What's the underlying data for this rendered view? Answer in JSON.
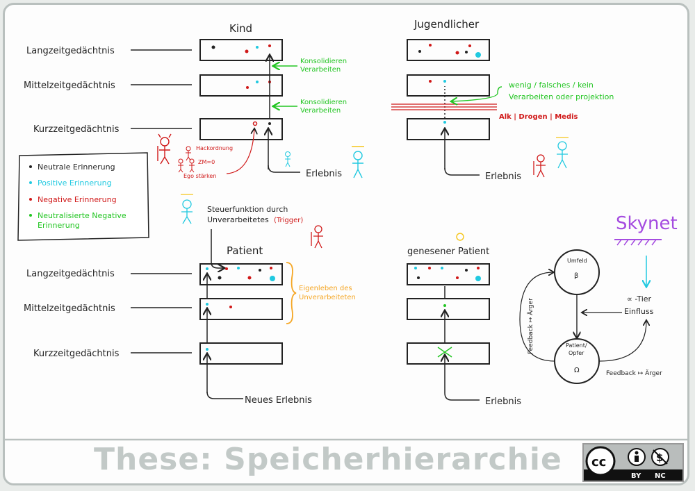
{
  "memory_levels": {
    "long": "Langzeitgedächtnis",
    "mid": "Mittelzeitgedächtnis",
    "short": "Kurzzeitgedächtnis"
  },
  "panels": {
    "kind": {
      "title": "Kind",
      "consolidate_1a": "Konsolidieren",
      "consolidate_1b": "Verarbeiten",
      "consolidate_2a": "Konsolidieren",
      "consolidate_2b": "Verarbeiten",
      "event": "Erlebnis",
      "pecking_order": "Hackordnung",
      "zero_sum": "ZM=0",
      "ego": "Ego stärken"
    },
    "jugendlicher": {
      "title": "Jugendlicher",
      "note_a": "wenig / falsches / kein",
      "note_b": "Verarbeiten oder projektion",
      "drugs": "Alk | Drogen | Medis",
      "event": "Erlebnis"
    },
    "patient": {
      "title": "Patient",
      "steering_a": "Steuerfunktion durch",
      "steering_b": "Unverarbeitetes",
      "trigger": "(Trigger)",
      "own_life_a": "Eigenleben des",
      "own_life_b": "Unverarbeiteten",
      "event": "Neues Erlebnis"
    },
    "recovered": {
      "title": "genesener Patient",
      "event": "Erlebnis"
    }
  },
  "legend": {
    "items": [
      {
        "label": "Neutrale Erinnerung",
        "color": "#222222"
      },
      {
        "label": "Positive Erinnerung",
        "color": "#20c9e0"
      },
      {
        "label": "Negative Erinnerung",
        "color": "#d01818"
      },
      {
        "label": "Neutralisierte Negative",
        "label2": "Erinnerung",
        "color": "#22c522"
      }
    ]
  },
  "skynet": {
    "title": "Skynet",
    "umfeld": "Umfeld",
    "beta": "β",
    "patient_a": "Patient/",
    "patient_b": "Opfer",
    "omega": "Ω",
    "tier": "∝ -Tier",
    "einfluss": "Einfluss",
    "feedback_bottom": "Feedback ↦ Ärger",
    "feedback_left": "Feedback ↦ Ärger"
  },
  "footer": {
    "title": "These: Speicherhierarchie",
    "cc": "cc",
    "by": "BY",
    "nc": "NC"
  },
  "colors": {
    "neutral": "#222222",
    "positive": "#20c9e0",
    "negative": "#d01818",
    "neutralized": "#22c522",
    "accent_orange": "#f5a623",
    "accent_violet": "#a54ce0"
  }
}
